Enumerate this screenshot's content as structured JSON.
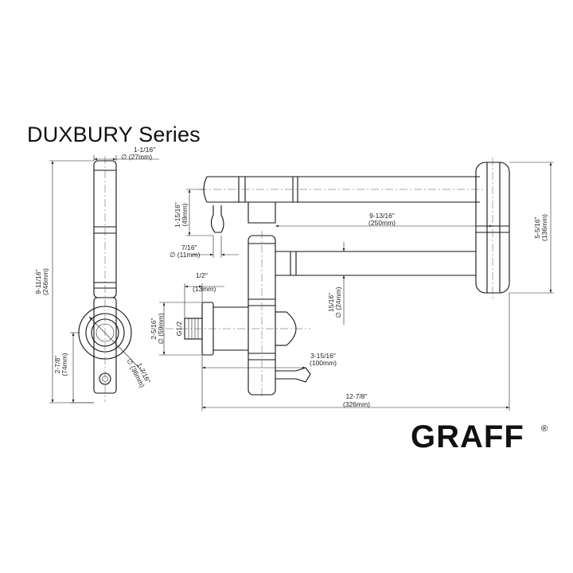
{
  "title": "DUXBURY Series",
  "brand": {
    "name": "GRAFF",
    "mark": "®"
  },
  "dimensions": {
    "top_dia": {
      "imperial": "1-1/16\"",
      "metric": "∅ (27mm)"
    },
    "total_height": {
      "imperial": "9-11/16\"",
      "metric": "(246mm)"
    },
    "base_height": {
      "imperial": "2-7/8\"",
      "metric": "(74mm)"
    },
    "flange_dia": {
      "imperial": "1-7/16\"",
      "metric": "∅ (36mm)"
    },
    "handle_drop": {
      "imperial": "1-15/16\"",
      "metric": "(49mm)"
    },
    "handle_dia": {
      "imperial": "7/16\"",
      "metric": "∅ (11mm)"
    },
    "arm_length": {
      "imperial": "9-13/16\"",
      "metric": "(250mm)"
    },
    "arm_height": {
      "imperial": "5-5/16\"",
      "metric": "(136mm)"
    },
    "thread_len": {
      "imperial": "1/2\"",
      "metric": "(13mm)"
    },
    "escutcheon_dia": {
      "imperial": "2-5/16\"",
      "metric": "∅ (59mm)"
    },
    "thread": {
      "label": "G1/2"
    },
    "arm_dia": {
      "imperial": "15/16\"",
      "metric": "∅ (24mm)"
    },
    "valve_depth": {
      "imperial": "3-15/16\"",
      "metric": "(100mm)"
    },
    "total_reach": {
      "imperial": "12-7/8\"",
      "metric": "(326mm)"
    }
  }
}
